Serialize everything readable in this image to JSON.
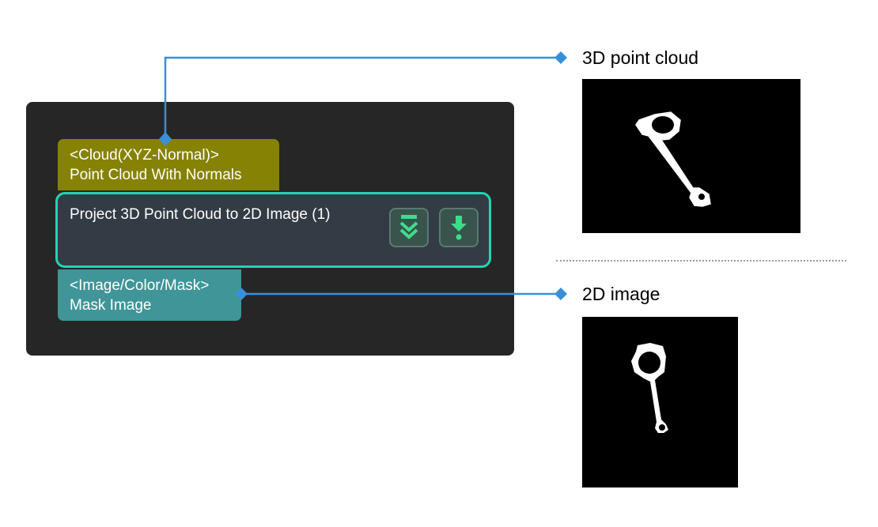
{
  "node": {
    "title": "Project 3D Point Cloud to 2D Image (1)",
    "input_port": {
      "type": "<Cloud(XYZ-Normal)>",
      "name": "Point Cloud With Normals"
    },
    "output_port": {
      "type": "<Image/Color/Mask>",
      "name": "Mask Image"
    },
    "buttons": [
      "expand-icon",
      "output-download-icon"
    ]
  },
  "annotations": {
    "input_label": "3D point cloud",
    "output_label": "2D image"
  },
  "colors": {
    "panel_bg": "#262626",
    "input_port": "#868203",
    "output_port": "#3f9598",
    "node_border": "#1fd6b4",
    "connector": "#3a8fd6"
  }
}
